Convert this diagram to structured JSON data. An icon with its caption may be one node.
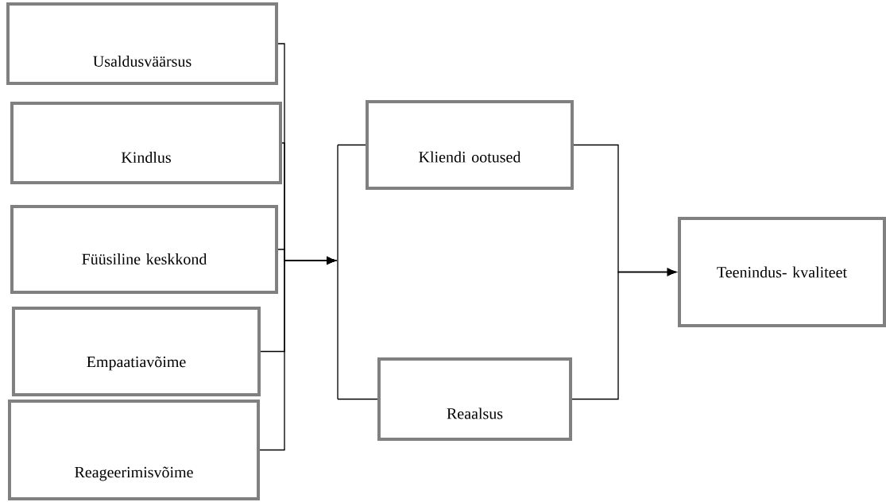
{
  "diagram": {
    "nodes": [
      {
        "text": [
          "Usaldusväärsus"
        ]
      },
      {
        "text": [
          "Kindlus"
        ]
      },
      {
        "text": [
          "Füüsiline keskkond"
        ]
      },
      {
        "text": [
          "Empaatiavõime"
        ]
      },
      {
        "text": [
          "Reageerimisvõime"
        ]
      },
      {
        "text": [],
        "shape": "bracket"
      },
      {
        "text": [
          "Kliendi ootused"
        ]
      },
      {
        "text": [
          "Reaalsus"
        ]
      },
      {
        "text": [
          "Teenindus- kvaliteet"
        ]
      }
    ],
    "edges": [
      {
        "from": 0,
        "to": 5,
        "arrow": "to"
      },
      {
        "from": 1,
        "to": 5,
        "arrow": "to"
      },
      {
        "from": 2,
        "to": 5,
        "arrow": "to"
      },
      {
        "from": 3,
        "to": 5,
        "arrow": "to"
      },
      {
        "from": 4,
        "to": 5,
        "arrow": "to"
      },
      {
        "from": 5,
        "to": 6,
        "arrow": "none"
      },
      {
        "from": 5,
        "to": 7,
        "arrow": "none"
      },
      {
        "from": 6,
        "to": 8,
        "arrow": "to"
      },
      {
        "from": 7,
        "to": 8,
        "arrow": "to"
      }
    ]
  }
}
